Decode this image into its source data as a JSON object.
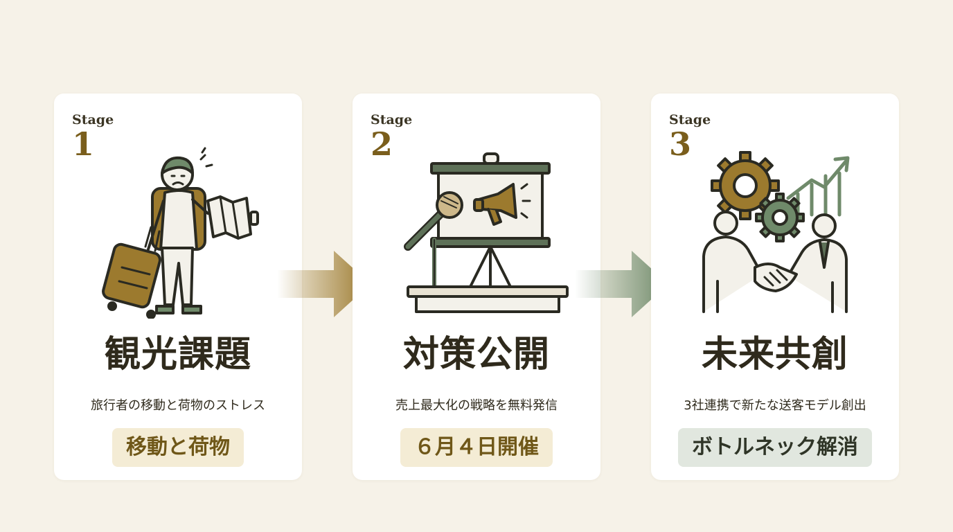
{
  "colors": {
    "background": "#f6f2e8",
    "gold": "#7a5e1c",
    "green": "#6f8a6a",
    "ink": "#2f2a1c"
  },
  "stages": [
    {
      "label": "Stage",
      "number": "1",
      "illustration": "traveler-with-luggage-and-map-icon",
      "title": "観光課題",
      "subtitle": "旅行者の移動と荷物のストレス",
      "badge": "移動と荷物",
      "badge_color": "#f4ecd5"
    },
    {
      "label": "Stage",
      "number": "2",
      "illustration": "presentation-board-with-microphone-and-megaphone-icon",
      "title": "対策公開",
      "subtitle": "売上最大化の戦略を無料発信",
      "badge": "６月４日開催",
      "badge_color": "#f4ecd5"
    },
    {
      "label": "Stage",
      "number": "3",
      "illustration": "handshake-with-gears-and-growth-chart-icon",
      "title": "未来共創",
      "subtitle": "3社連携で新たな送客モデル創出",
      "badge": "ボトルネック解消",
      "badge_color": "#e1e7df"
    }
  ]
}
